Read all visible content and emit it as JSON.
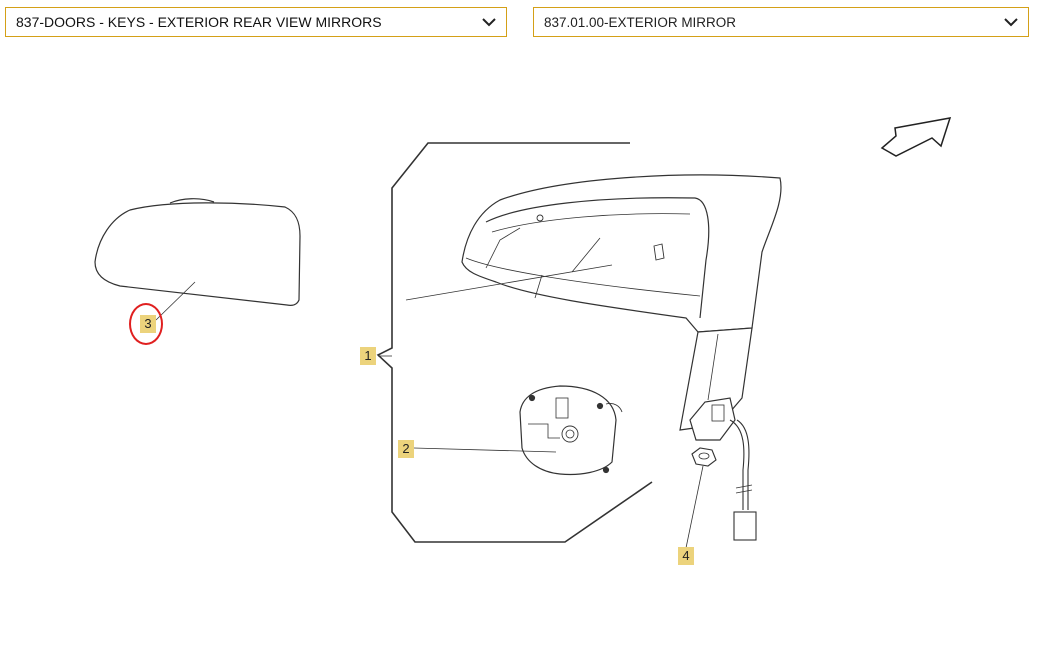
{
  "selectors": {
    "group": {
      "value": "837-DOORS - KEYS - EXTERIOR REAR VIEW MIRRORS"
    },
    "part": {
      "value": "837.01.00-EXTERIOR MIRROR"
    }
  },
  "callouts": {
    "c1": "1",
    "c2": "2",
    "c3": "3",
    "c4": "4"
  },
  "selected_callout": "3",
  "colors": {
    "select_border": "#d4a017",
    "callout_bg": "#ecd37c",
    "highlight": "#e02020"
  },
  "icons": {
    "dropdown": "chevron-down-icon",
    "direction": "direction-arrow-icon"
  }
}
